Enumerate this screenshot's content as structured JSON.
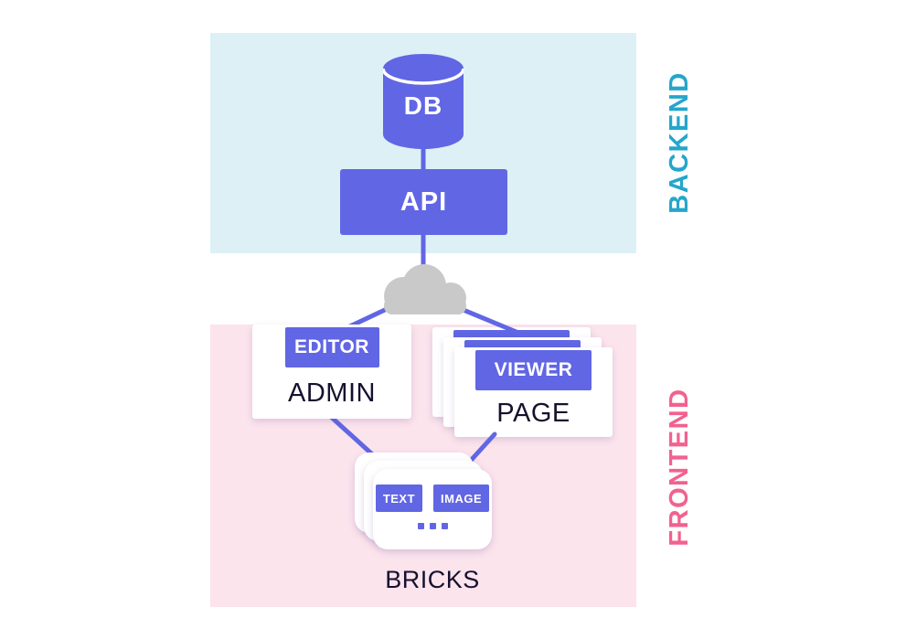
{
  "colors": {
    "purple": "#6166e4",
    "backend_bg": "#ddf0f6",
    "frontend_bg": "#fce4ed",
    "backend_label": "#25a6cb",
    "frontend_label": "#f2618f",
    "cloud": "#c9c9c9",
    "text_dark": "#16112e"
  },
  "backend": {
    "label": "BACKEND",
    "db_label": "DB",
    "api_label": "API"
  },
  "frontend": {
    "label": "FRONTEND",
    "admin": {
      "badge": "EDITOR",
      "label": "ADMIN"
    },
    "page": {
      "badge": "VIEWER",
      "label": "PAGE"
    },
    "bricks": {
      "label": "BRICKS",
      "badges": [
        "TEXT",
        "IMAGE"
      ]
    }
  }
}
